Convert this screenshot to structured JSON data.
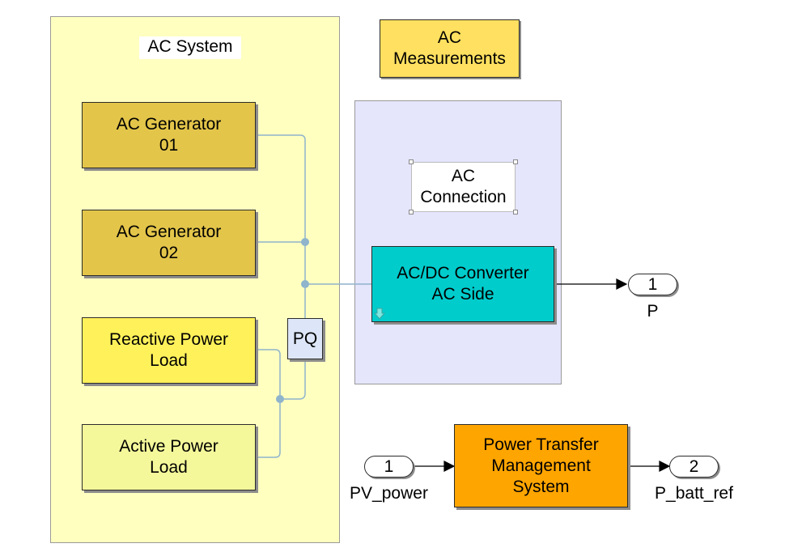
{
  "colors": {
    "ac_system_area": "#ffffc0",
    "ac_connection_area": "#e5e5fc",
    "generator": "#e3c54a",
    "reactive_load": "#fff15a",
    "active_load": "#f4f89a",
    "measurements_title": "#ffe060",
    "converter": "#00cccc",
    "pq_block": "#dde6f8",
    "management_system": "#ffa500",
    "connection_line": "#8fb4cc",
    "signal_line": "#000000"
  },
  "ac_system": {
    "title": "AC System"
  },
  "measurements": {
    "title": "AC\nMeasurements"
  },
  "ac_connection": {
    "title": "AC\nConnection"
  },
  "blocks": {
    "generator_01": "AC Generator\n01",
    "generator_02": "AC Generator\n02",
    "reactive_load": "Reactive Power\nLoad",
    "active_load": "Active Power\nLoad",
    "pq": "PQ",
    "converter": "AC/DC Converter\nAC Side",
    "management": "Power Transfer\nManagement\nSystem"
  },
  "ports": {
    "out_p": {
      "number": "1",
      "name": "P"
    },
    "in_pv": {
      "number": "1",
      "name": "PV_power"
    },
    "out_batt": {
      "number": "2",
      "name": "P_batt_ref"
    }
  }
}
